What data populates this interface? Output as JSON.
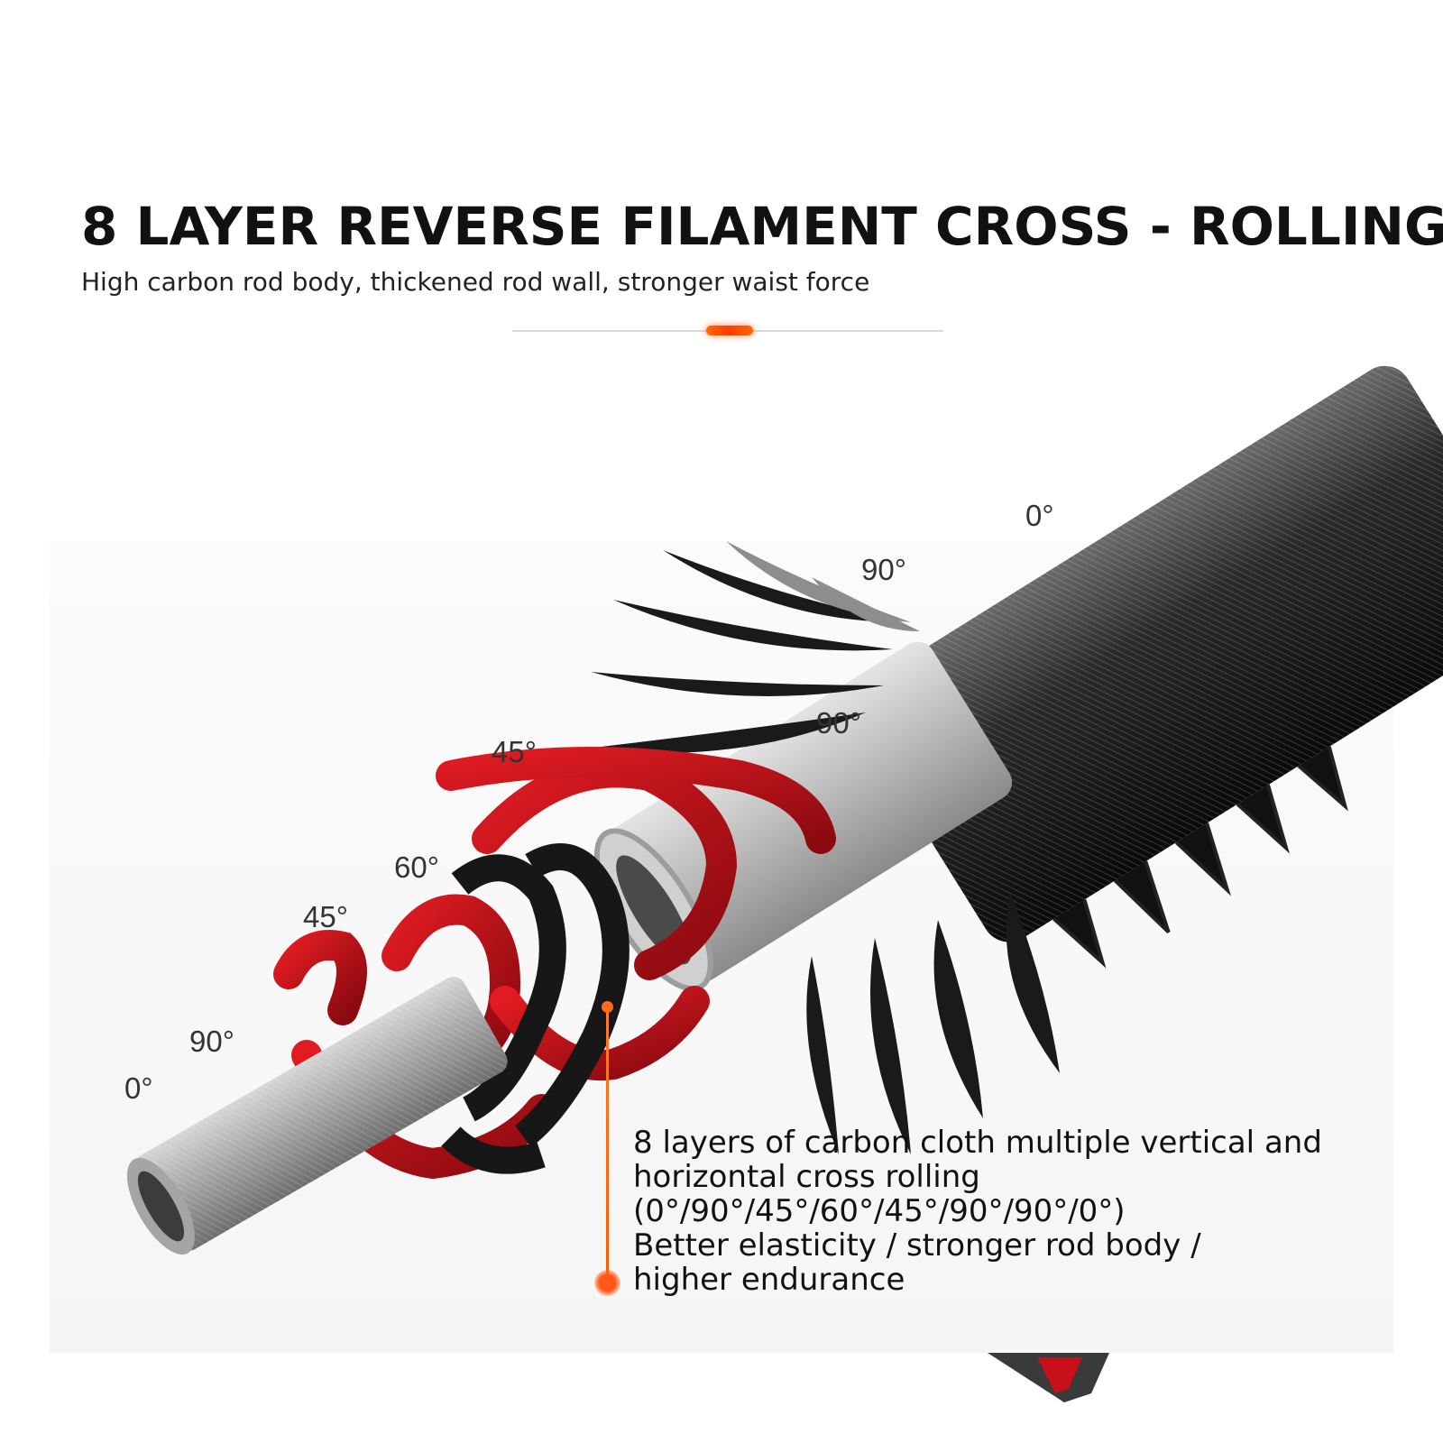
{
  "header": {
    "title": "8 LAYER REVERSE FILAMENT CROSS - ROLLING",
    "subtitle": "High carbon rod body, thickened rod wall, stronger waist force"
  },
  "angle_labels": {
    "inner_0": "0°",
    "inner_90": "90°",
    "inner_45a": "45°",
    "inner_60": "60°",
    "inner_45b": "45°",
    "outer_90a": "90°",
    "outer_90b": "90°",
    "outer_0": "0°"
  },
  "description": {
    "line1": "8 layers of carbon cloth multiple vertical and",
    "line2": "horizontal cross rolling",
    "line3": "(0°/90°/45°/60°/45°/90°/90°/0°)",
    "line4": "Better elasticity / stronger rod body /",
    "line5": "higher endurance"
  },
  "colors": {
    "accent": "#ff5a00",
    "layer_red": "#c8101a",
    "layer_black": "#151515",
    "core_gray": "#9a9a9a"
  }
}
